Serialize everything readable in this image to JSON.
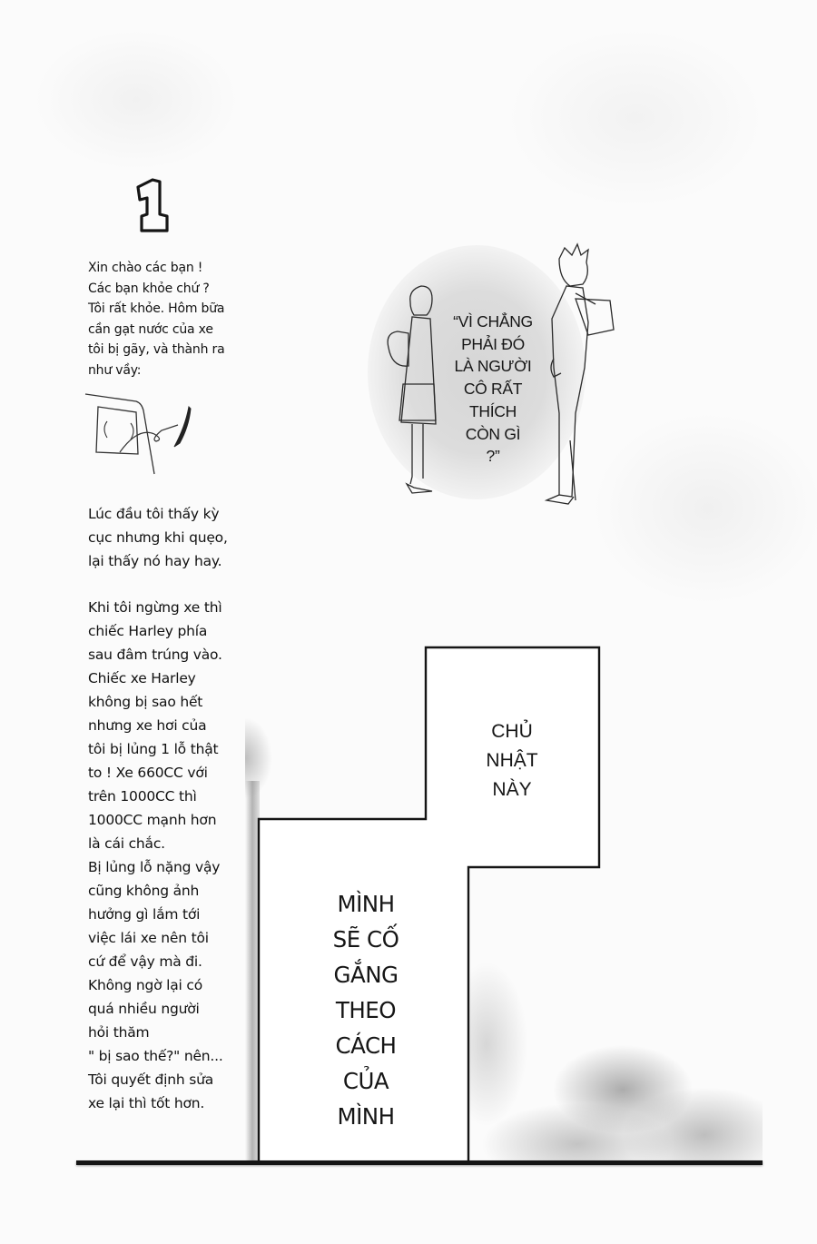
{
  "page": {
    "type": "manga-page",
    "language": "vi",
    "chapter_number": "1"
  },
  "author_note": {
    "paragraph_1": [
      "Xin chào các bạn !",
      "Các bạn khỏe chứ ?",
      "Tôi rất khỏe. Hôm bữa",
      "cần gạt nước của xe",
      "tôi bị gãy, và thành ra",
      "như vầy:"
    ],
    "sketch": "broken-windshield-wiper-sketch",
    "paragraph_2": [
      "Lúc đầu tôi thấy kỳ",
      "cục nhưng khi quẹo,",
      "lại thấy nó hay hay."
    ],
    "paragraph_3": [
      "Khi tôi ngừng xe thì",
      "chiếc Harley phía",
      "sau đâm trúng vào.",
      "Chiếc xe Harley",
      "không bị sao hết",
      "nhưng xe hơi của",
      "tôi bị lủng 1 lỗ thật",
      "to ! Xe 660CC với",
      "trên 1000CC thì",
      "1000CC mạnh hơn",
      "là cái chắc.",
      "Bị lủng lỗ nặng vậy",
      "cũng không ảnh",
      "hưởng gì lắm tới",
      "việc lái xe nên tôi",
      "cứ để vậy mà đi.",
      "Không ngờ lại có",
      "quá nhiều người",
      "hỏi thăm",
      "\" bị sao thế?\" nên...",
      "Tôi quyết định sửa",
      "xe lại thì tốt hơn."
    ]
  },
  "illustration": {
    "description": "two-students-facing-each-other",
    "speech_lines": [
      "“VÌ CHẲNG",
      "PHẢI ĐÓ",
      "LÀ NGƯỜI",
      "CÔ RẤT",
      "THÍCH",
      "CÒN GÌ",
      "?”"
    ]
  },
  "panels": {
    "upper_right": [
      "CHỦ",
      "NHẬT",
      "NÀY"
    ],
    "lower_left": [
      "MÌNH",
      "SẼ CỐ",
      "GẮNG",
      "THEO",
      "CÁCH",
      "CỦA",
      "MÌNH"
    ]
  },
  "colors": {
    "ink": "#151515",
    "paper": "#fbfbfb",
    "screentone": "#bdbdbd"
  }
}
